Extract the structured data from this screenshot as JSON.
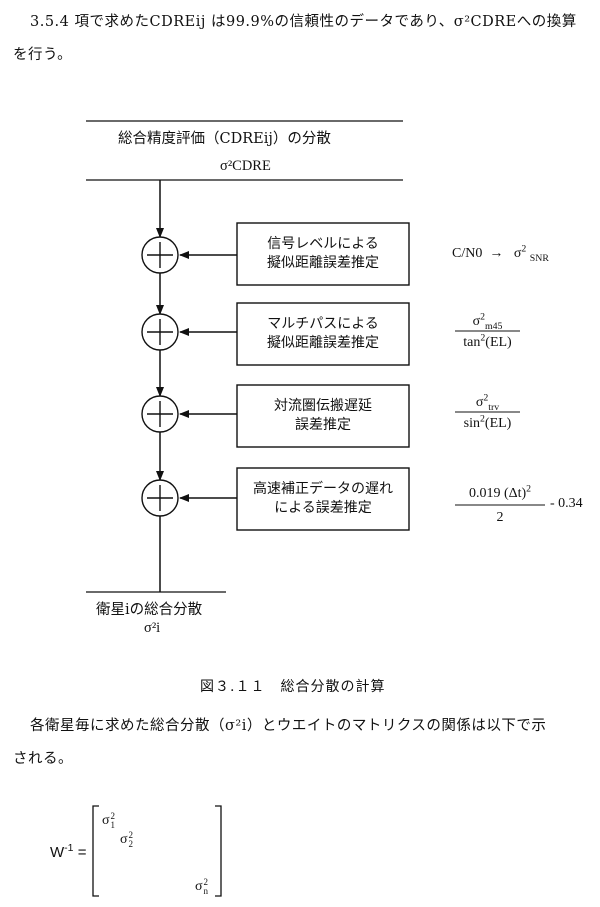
{
  "intro": {
    "line1": "3.5.4 項で求めたCDREij は99.9%の信頼性のデータであり、σ²CDREへの換算",
    "line2": "を行う。"
  },
  "diagram": {
    "top_title": "総合精度評価（CDREij）の分散",
    "top_symbol": "σ²CDRE",
    "steps": [
      {
        "label_line1": "信号レベルによる",
        "label_line2": "擬似距離誤差推定"
      },
      {
        "label_line1": "マルチパスによる",
        "label_line2": "擬似距離誤差推定"
      },
      {
        "label_line1": "対流圏伝搬遅延",
        "label_line2": "誤差推定"
      },
      {
        "label_line1": "高速補正データの遅れ",
        "label_line2": "による誤差推定"
      }
    ],
    "formulas": {
      "snr": {
        "left": "C/N0",
        "arrow": "→",
        "sigma": "σ",
        "exp": "2",
        "sub": "SNR"
      },
      "m45": {
        "num_sigma": "σ",
        "num_exp": "2",
        "num_sub": "m45",
        "den": "tan",
        "den_exp": "2",
        "den_arg": "(EL)"
      },
      "trv": {
        "num_sigma": "σ",
        "num_exp": "2",
        "num_sub": "trv",
        "den": "sin",
        "den_exp": "2",
        "den_arg": "(EL)"
      },
      "fast": {
        "num": "0.019 (Δt)",
        "num_exp": "2",
        "den": "2",
        "tail": "- 0.34"
      }
    },
    "bottom_title": "衛星iの総合分散",
    "bottom_symbol": "σ²i"
  },
  "caption": "図３.１１　総合分散の計算",
  "paragraph": {
    "line1": "各衛星毎に求めた総合分散（σ²i）とウエイトのマトリクスの関係は以下で示",
    "line2": "される。"
  },
  "matrix": {
    "lhs": "W",
    "lhs_exp": "-1",
    "equals": "=",
    "e1": "σ",
    "e1_exp": "2",
    "e1_sub": "1",
    "e2": "σ",
    "e2_exp": "2",
    "e2_sub": "2",
    "en": "σ",
    "en_exp": "2",
    "en_sub": "n"
  }
}
